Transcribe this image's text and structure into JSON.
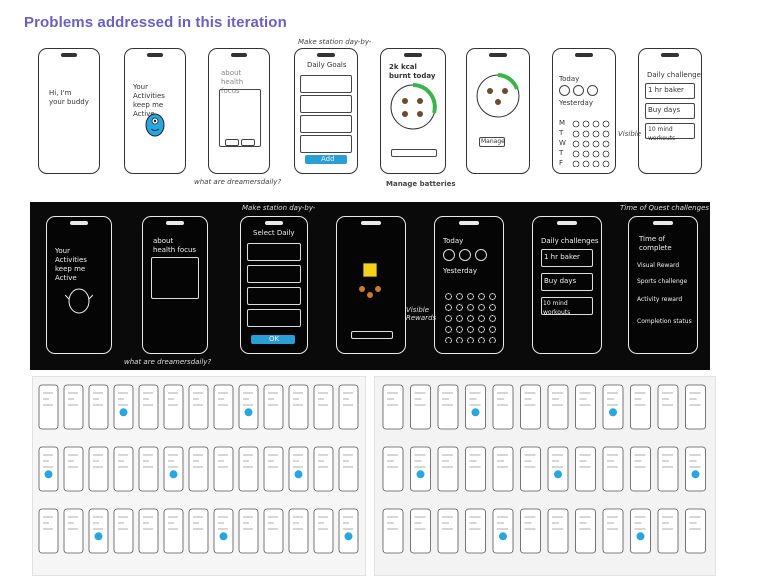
{
  "heading": "Problems addressed in this iteration",
  "row1": {
    "s1_text": "Hi, I'm your buddy",
    "s2_text": "Your Activities keep me Active",
    "s3_text": "about health focus",
    "s4_head": "Daily Goals",
    "s4_btn": "Add",
    "s5_title": "2k kcal burnt today",
    "s5_btn": "Manage",
    "s7_title": "Today",
    "s7_sub": "Yesterday",
    "s7_days": [
      "M",
      "T",
      "W",
      "T",
      "F"
    ],
    "s8_title": "Daily challenge",
    "s8_items": [
      "1 hr baker",
      "Buy days",
      "10 mind workouts"
    ],
    "note_bottom": "what are dreamersdaily?",
    "note_top": "Make station day-by-",
    "note_side": "Visible",
    "note_under": "Manage batteries"
  },
  "row2": {
    "s1_text": "Your Activities keep me Active",
    "s2_text": "about health focus",
    "s3_head": "Select Daily",
    "s3_btn": "OK",
    "s5_title": "Today",
    "s5_sub": "Yesterday",
    "s6_title": "Daily challenges",
    "s6_items": [
      "1 hr baker",
      "Buy days",
      "10 mind workouts"
    ],
    "s7_head": "Time of complete",
    "s7_lines": [
      "Visual Reward",
      "Sports challenge",
      "Activity reward",
      "Completion status"
    ],
    "note_top": "Make station day-by-",
    "note_bottom": "what are dreamersdaily?",
    "note_side": "Visible Rewards",
    "note_right": "Time of Quest challenges"
  }
}
